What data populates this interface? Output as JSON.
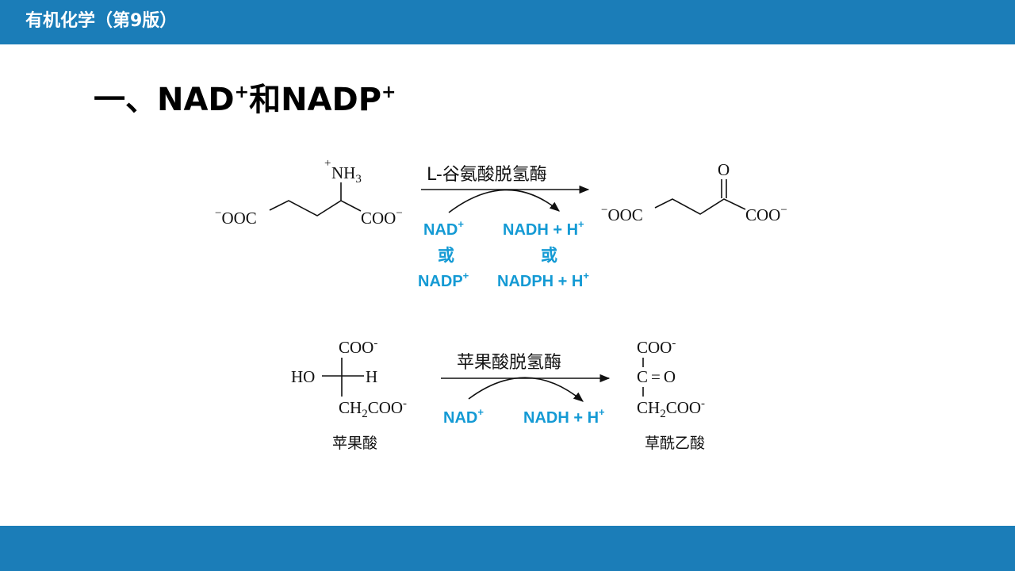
{
  "header": {
    "book_title": "有机化学（第9版）"
  },
  "slide": {
    "title_main": "一、NAD",
    "title_sup1": "+",
    "title_mid": "和NADP",
    "title_sup2": "+"
  },
  "colors": {
    "brand": "#1B7DB8",
    "accent": "#149AD4"
  },
  "reaction1": {
    "enzyme": "L-谷氨酸脱氢酶",
    "substrate": {
      "nh3_charge": "+",
      "nh3_n": "NH",
      "nh3_sub": "3",
      "left_charge": "−",
      "left_group": "OOC",
      "right_group": "COO",
      "right_charge": "−"
    },
    "product": {
      "oxygen": "O",
      "left_charge": "−",
      "left_group": "OOC",
      "right_group": "COO",
      "right_charge": "−"
    },
    "cofactor_in": {
      "line1": "NAD",
      "line1_sup": "+",
      "or": "或",
      "line2": "NADP",
      "line2_sup": "+"
    },
    "cofactor_out": {
      "line1": "NADH + H",
      "line1_sup": "+",
      "or": "或",
      "line2": "NADPH + H",
      "line2_sup": "+"
    }
  },
  "reaction2": {
    "enzyme": "苹果酸脱氢酶",
    "substrate": {
      "top": "COO",
      "top_charge": "-",
      "left": "HO",
      "right": "H",
      "bottom_ch": "CH",
      "bottom_sub": "2",
      "bottom_coo": "COO",
      "bottom_charge": "-",
      "name": "苹果酸"
    },
    "product": {
      "top": "COO",
      "top_charge": "-",
      "carbonyl_c": "C",
      "carbonyl_eq": "=",
      "carbonyl_o": "O",
      "bottom_ch": "CH",
      "bottom_sub": "2",
      "bottom_coo": "COO",
      "bottom_charge": "-",
      "name": "草酰乙酸"
    },
    "cofactor_in": {
      "text": "NAD",
      "sup": "+"
    },
    "cofactor_out": {
      "text": "NADH + H",
      "sup": "+"
    }
  }
}
